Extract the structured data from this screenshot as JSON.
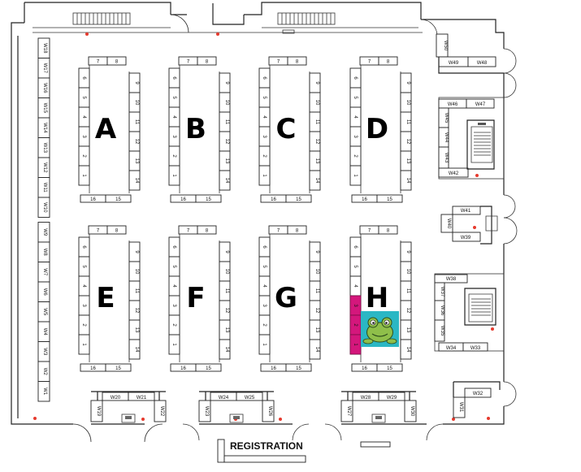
{
  "registration_label": "REGISTRATION",
  "accent_colors": {
    "highlight": "#d4177c",
    "marker_bg": "#2bb7c4",
    "marker_face": "#8fbf4a",
    "exit_dot": "#e63a2e"
  },
  "marker_icon": "frog-icon",
  "aisles": [
    {
      "letter": "A",
      "top": [
        "7",
        "8"
      ],
      "left": [
        "6",
        "5",
        "4",
        "3",
        "2",
        "1"
      ],
      "right": [
        "9",
        "10",
        "11",
        "12",
        "13",
        "14"
      ],
      "bottom": [
        "16",
        "15"
      ]
    },
    {
      "letter": "B",
      "top": [
        "7",
        "8"
      ],
      "left": [
        "6",
        "5",
        "4",
        "3",
        "2",
        "1"
      ],
      "right": [
        "9",
        "10",
        "11",
        "12",
        "13",
        "14"
      ],
      "bottom": [
        "16",
        "15"
      ]
    },
    {
      "letter": "C",
      "top": [
        "7",
        "8"
      ],
      "left": [
        "6",
        "5",
        "4",
        "3",
        "2",
        "1"
      ],
      "right": [
        "9",
        "10",
        "11",
        "12",
        "13",
        "14"
      ],
      "bottom": [
        "16",
        "15"
      ]
    },
    {
      "letter": "D",
      "top": [
        "7",
        "8"
      ],
      "left": [
        "6",
        "5",
        "4",
        "3",
        "2",
        "1"
      ],
      "right": [
        "9",
        "10",
        "11",
        "12",
        "13",
        "14"
      ],
      "bottom": [
        "16",
        "15"
      ]
    },
    {
      "letter": "E",
      "top": [
        "7",
        "8"
      ],
      "left": [
        "6",
        "5",
        "4",
        "3",
        "2",
        "1"
      ],
      "right": [
        "9",
        "10",
        "11",
        "12",
        "13",
        "14"
      ],
      "bottom": [
        "16",
        "15"
      ]
    },
    {
      "letter": "F",
      "top": [
        "7",
        "8"
      ],
      "left": [
        "6",
        "5",
        "4",
        "3",
        "2",
        "1"
      ],
      "right": [
        "9",
        "10",
        "11",
        "12",
        "13",
        "14"
      ],
      "bottom": [
        "16",
        "15"
      ]
    },
    {
      "letter": "G",
      "top": [
        "7",
        "8"
      ],
      "left": [
        "6",
        "5",
        "4",
        "3",
        "2",
        "1"
      ],
      "right": [
        "9",
        "10",
        "11",
        "12",
        "13",
        "14"
      ],
      "bottom": [
        "16",
        "15"
      ]
    },
    {
      "letter": "H",
      "top": [
        "7",
        "8"
      ],
      "left": [
        "6",
        "5",
        "4",
        "3",
        "2",
        "1"
      ],
      "right": [
        "9",
        "10",
        "11",
        "12",
        "13",
        "14"
      ],
      "bottom": [
        "16",
        "15"
      ]
    }
  ],
  "highlighted_booths": {
    "aisle": "H",
    "booths": [
      "3",
      "2",
      "1"
    ]
  },
  "west_wall": [
    "W18",
    "W17",
    "W16",
    "W15",
    "W14",
    "W13",
    "W12",
    "W11",
    "W10",
    "W9",
    "W8",
    "W7",
    "W6",
    "W5",
    "W4",
    "W3",
    "W2",
    "W1"
  ],
  "bottom_pods": [
    {
      "top": [
        "W20",
        "W21"
      ],
      "left": "W19",
      "right": "W22"
    },
    {
      "top": [
        "W24",
        "W25"
      ],
      "left": "W23",
      "right": "W26"
    },
    {
      "top": [
        "W28",
        "W29"
      ],
      "left": "W27",
      "right": "W30"
    }
  ],
  "east_booths": {
    "w50": "W50",
    "w49": "W49",
    "w48": "W48",
    "w46": "W46",
    "w47": "W47",
    "w45": "W45",
    "w44": "W44",
    "w43": "W43",
    "w42": "W42",
    "w41": "W41",
    "w40": "W40",
    "w39": "W39",
    "w38": "W38",
    "w37": "W37",
    "w36": "W36",
    "w35": "W35",
    "w34": "W34",
    "w33": "W33",
    "w32": "W32",
    "w31": "W31"
  }
}
